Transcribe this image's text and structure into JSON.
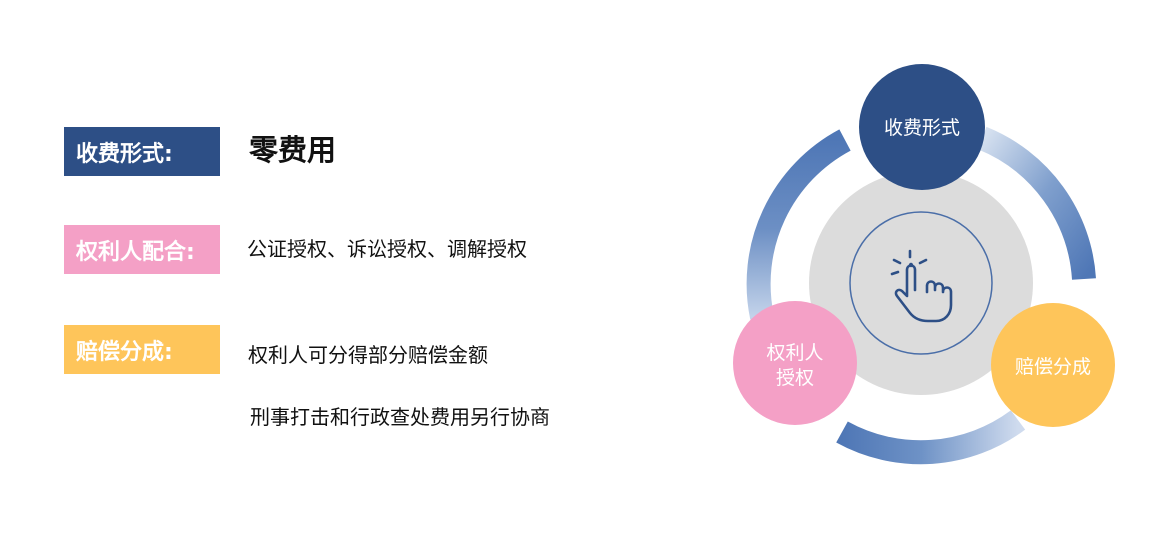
{
  "left": {
    "rows": [
      {
        "label": "收费形式:",
        "values": [
          "零费用"
        ],
        "color": "#2d4f86"
      },
      {
        "label": "权利人配合:",
        "values": [
          "公证授权、诉讼授权、调解授权"
        ],
        "color": "#f4a0c6"
      },
      {
        "label": "赔偿分成:",
        "values": [
          "权利人可分得部分赔偿金额",
          "刑事打击和行政查处费用另行协商"
        ],
        "color": "#fec55a"
      }
    ]
  },
  "diagram": {
    "nodes": [
      {
        "label": "收费形式",
        "color": "#2d4f86"
      },
      {
        "label_line1": "权利人",
        "label_line2": "授权",
        "color": "#f4a0c6"
      },
      {
        "label": "赔偿分成",
        "color": "#fec55a"
      }
    ],
    "center_icon": "hand-click-icon",
    "ring_color": "#4f77b6"
  }
}
